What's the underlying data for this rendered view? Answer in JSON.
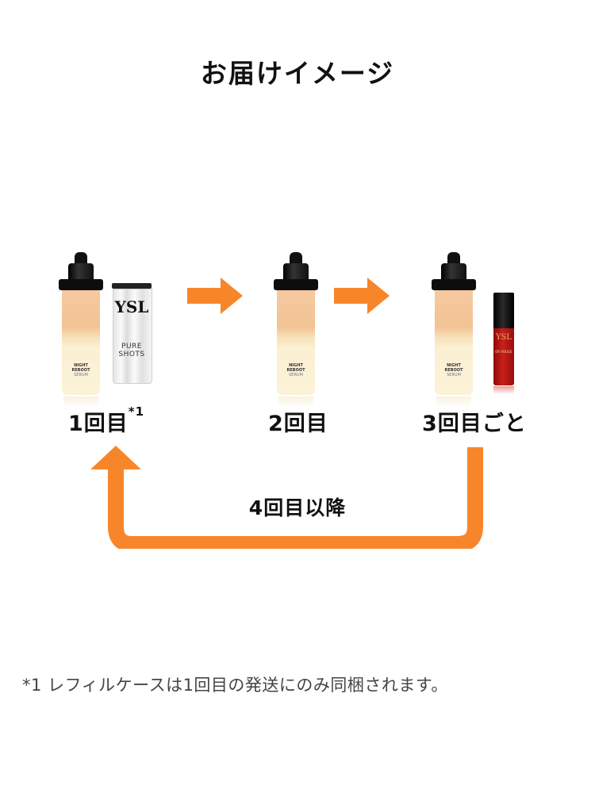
{
  "title": "お届けイメージ",
  "colors": {
    "accent_orange": "#f7862a",
    "text": "#111111",
    "footnote_text": "#444444"
  },
  "steps": [
    {
      "label": "1回目",
      "superscript": "*1",
      "products": [
        {
          "name": "Night Reboot Serum refill",
          "label_lines": [
            "NIGHT",
            "REBOOT",
            "SERUM"
          ]
        },
        {
          "name": "Pure Shots refill case",
          "logo": "YSL",
          "label_lines": [
            "PURE",
            "SHOTS"
          ]
        }
      ]
    },
    {
      "label": "2回目",
      "products": [
        {
          "name": "Night Reboot Serum refill",
          "label_lines": [
            "NIGHT",
            "REBOOT",
            "SERUM"
          ]
        }
      ]
    },
    {
      "label": "3回目ごと",
      "products": [
        {
          "name": "Night Reboot Serum refill",
          "label_lines": [
            "NIGHT",
            "REBOOT",
            "SERUM"
          ]
        },
        {
          "name": "Or Rouge mini",
          "logo": "YSL",
          "label_lines": [
            "OR ROUGE"
          ]
        }
      ]
    }
  ],
  "icons": {
    "arrow_1": "arrow-right-icon",
    "arrow_2": "arrow-right-icon",
    "loop": "loop-back-arrow-icon"
  },
  "loop_label": "4回目以降",
  "footnote": "*1 レフィルケースは1回目の発送にのみ同梱されます。"
}
